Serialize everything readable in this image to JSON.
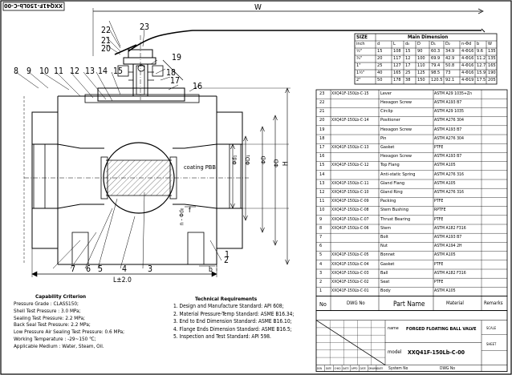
{
  "stamp": "XXQ41F-150Lb-C-00",
  "dim_W": "W",
  "dim_L": "L±2.0",
  "dim_H": "H",
  "dim_b": "b",
  "dim_f": "f",
  "coating_label": "coating PBB",
  "diam_labels": [
    "Φd₁",
    "ΦD₁",
    "ΦD",
    "ΦD"
  ],
  "bolt_label": "n - Φd₀",
  "part_callouts": [
    "1",
    "2",
    "3",
    "4",
    "5",
    "6",
    "7",
    "8",
    "9",
    "10",
    "11",
    "12",
    "13",
    "14",
    "15",
    "16",
    "17",
    "18",
    "19",
    "20",
    "21",
    "22",
    "23"
  ],
  "size_table": {
    "title": "Main Dimension",
    "col_headers": [
      "SIZE",
      "",
      "L",
      "d",
      "D",
      "D₁",
      "D₂",
      "n-Φd",
      "b",
      "W"
    ],
    "unit_row": [
      "inch",
      "d",
      "L",
      "d₀",
      "D",
      "D₁",
      "D₂",
      "n-Φd",
      "b",
      "W"
    ],
    "rows": [
      [
        "½\"",
        "15",
        "108",
        "15",
        "90",
        "60.3",
        "34.9",
        "4-Φ16",
        "9.6",
        "135"
      ],
      [
        "¾\"",
        "20",
        "117",
        "12",
        "100",
        "69.9",
        "42.9",
        "4-Φ16",
        "11.2",
        "135"
      ],
      [
        "1\"",
        "25",
        "127",
        "17",
        "110",
        "79.4",
        "50.8",
        "4-Φ16",
        "12.7",
        "165"
      ],
      [
        "1½\"",
        "40",
        "165",
        "25",
        "125",
        "98.5",
        "73",
        "4-Φ16",
        "15.9",
        "190"
      ],
      [
        "2\"",
        "50",
        "178",
        "38",
        "150",
        "120.5",
        "92.1",
        "4-Φ19",
        "17.5",
        "205"
      ]
    ]
  },
  "parts": [
    {
      "no": "23",
      "dwg": "XXQ41F-150Lb-C-15",
      "name": "Lever",
      "material": "ASTM A29 1035+Zn"
    },
    {
      "no": "22",
      "dwg": "",
      "name": "Hexagon Screw",
      "material": "ASTM A193 B7"
    },
    {
      "no": "21",
      "dwg": "",
      "name": "Circlip",
      "material": "ASTM A29 1035"
    },
    {
      "no": "20",
      "dwg": "XXQ41F-150Lb-C-14",
      "name": "Positioner",
      "material": "ASTM A276 304"
    },
    {
      "no": "19",
      "dwg": "",
      "name": "Hexagon Screw",
      "material": "ASTM A193 B7"
    },
    {
      "no": "18",
      "dwg": "",
      "name": "Pin",
      "material": "ASTM A276 304"
    },
    {
      "no": "17",
      "dwg": "XXQ41F-150Lb-C-13",
      "name": "Gasket",
      "material": "PTFE"
    },
    {
      "no": "16",
      "dwg": "",
      "name": "Hexagon Screw",
      "material": "ASTM A193 B7"
    },
    {
      "no": "15",
      "dwg": "XXQ41F-150Lb-C-12",
      "name": "Top Flang",
      "material": "ASTM A105"
    },
    {
      "no": "14",
      "dwg": "",
      "name": "Anti-static Spring",
      "material": "ASTM A276 316"
    },
    {
      "no": "13",
      "dwg": "XXQ41F-150Lb-C-11",
      "name": "Gland Flang",
      "material": "ASTM A105"
    },
    {
      "no": "12",
      "dwg": "XXQ41F-150Lb-C-10",
      "name": "Gland Ring",
      "material": "ASTM A276 316"
    },
    {
      "no": "11",
      "dwg": "XXQ41F-150Lb-C-09",
      "name": "Packing",
      "material": "PTFE"
    },
    {
      "no": "10",
      "dwg": "XXQ41F-150Lb-C-08",
      "name": "Stem Bushing",
      "material": "RPTFE"
    },
    {
      "no": "9",
      "dwg": "XXQ41F-150Lb-C-07",
      "name": "Thrust Bearing",
      "material": "PTFE"
    },
    {
      "no": "8",
      "dwg": "XXQ41F-150Lb-C-06",
      "name": "Stem",
      "material": "ASTM A182 F316"
    },
    {
      "no": "7",
      "dwg": "",
      "name": "Bolt",
      "material": "ASTM A193 B7"
    },
    {
      "no": "6",
      "dwg": "",
      "name": "Nut",
      "material": "ASTM A194 2H"
    },
    {
      "no": "5",
      "dwg": "XXQ41F-150Lb-C-05",
      "name": "Bonnet",
      "material": "ASTM A105"
    },
    {
      "no": "4",
      "dwg": "XXQ41F-150Lb-C-04",
      "name": "Gasket",
      "material": "PTFE"
    },
    {
      "no": "3",
      "dwg": "XXQ41F-150Lb-C-03",
      "name": "Ball",
      "material": "ASTM A182 F316"
    },
    {
      "no": "2",
      "dwg": "XXQ41F-150Lb-C-02",
      "name": "Seat",
      "material": "PTFE"
    },
    {
      "no": "1",
      "dwg": "XXQ41F-150Lb-C-01",
      "name": "Body",
      "material": "ASTM A105"
    }
  ],
  "parts_header": {
    "no": "No",
    "dwg": "DWG No",
    "name": "Part Name",
    "material": "Material",
    "remarks": "Remarks"
  },
  "capability": {
    "title": "Capability Criterion",
    "lines": [
      "Pressure Grade :   CLASS150;",
      "Shell Test Pressure :   3.0 MPa;",
      "Sealing Test Pressure:   2.2 MPa;",
      "Back Seal Test Pressure:   2.2 MPa;",
      "Low Pressure Air Sealing Test Pressure:  0.6 MPa;",
      "Working Temperature :   -29~150 ℃;",
      "Applicable Medium : Water, Steam, Oil."
    ]
  },
  "technical": {
    "title": "Technical Requirements",
    "lines": [
      "1. Design and Manufacture Standard: API 608;",
      "2. Material Pressure-Temp Standard: ASME B16.34;",
      "3. End to End Dimension Standard: ASME B16.10;",
      "4. Flange Ends Dimension Standard: ASME B16.5;",
      "5. Inspection and Test Standard: API 598."
    ]
  },
  "title_block": {
    "name_label": "name",
    "name_value": "FORGED FLOATING BALL VALVE",
    "model_label": "model",
    "model_value": "XXQ41F-150Lb-C-00",
    "scale": "SCALE",
    "sheet_label": "SHEET",
    "sign_labels": [
      "DSN",
      "DATE",
      "CHKD",
      "DATE",
      "APPD",
      "DATE",
      "DRAWN",
      "DATE"
    ],
    "system_no": "System No",
    "dwg_no": "DWG No"
  }
}
